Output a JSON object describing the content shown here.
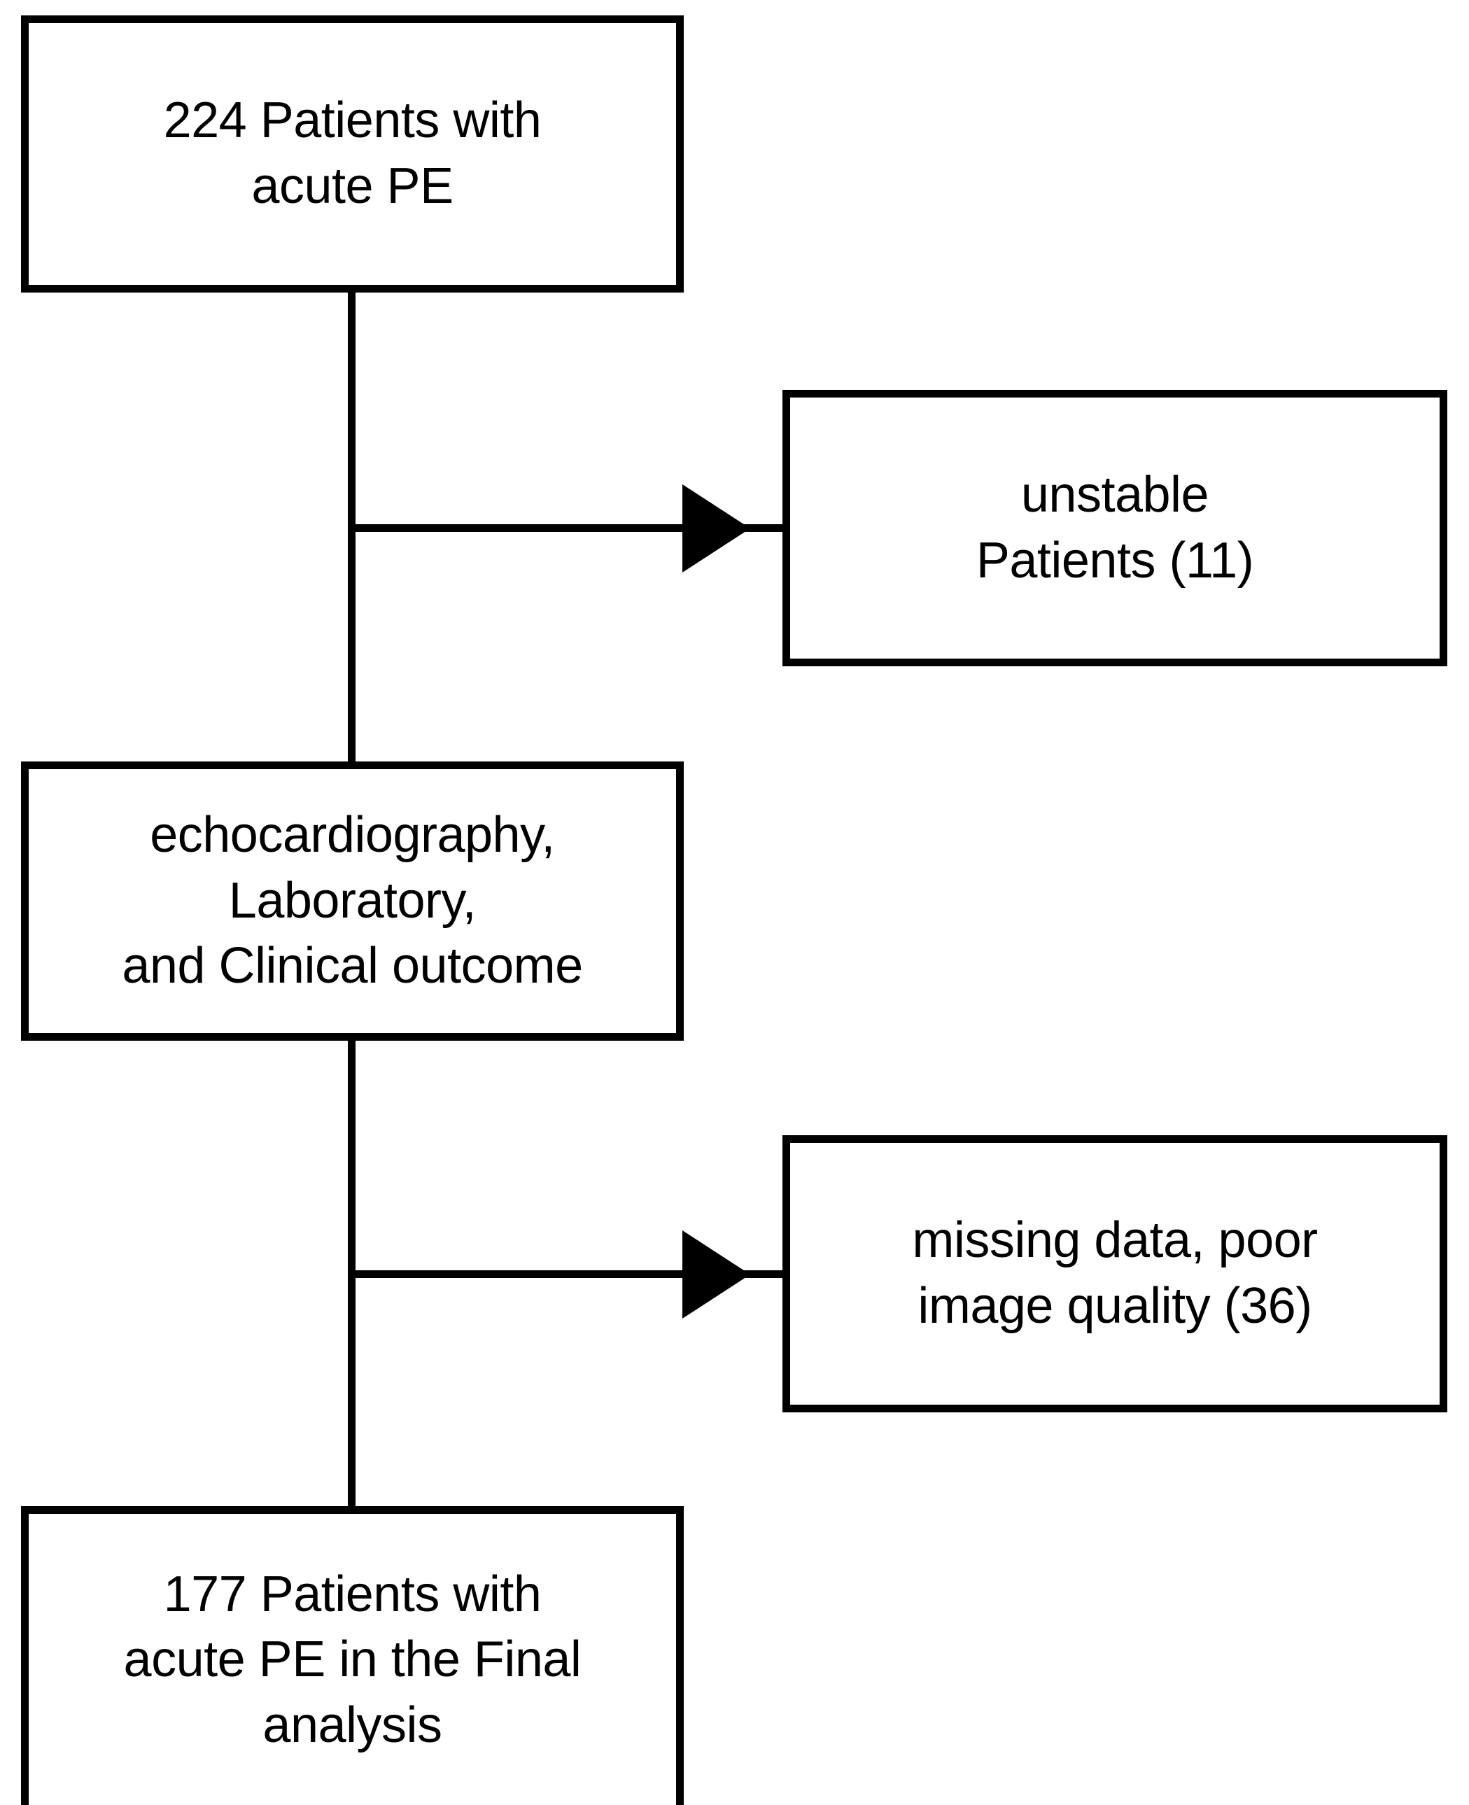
{
  "diagram": {
    "type": "flowchart",
    "title": "Patient selection flow diagram for acute PE study",
    "orientation": "top-to-bottom with right-side exclusion branches",
    "colors": {
      "stroke": "#000000",
      "fill": "#ffffff",
      "text": "#000000"
    },
    "nodes": [
      {
        "id": "cohort",
        "name": "initial-cohort",
        "text": "224 Patients with\nacute PE",
        "lines": [
          "224 Patients with",
          "acute PE"
        ],
        "count": 224
      },
      {
        "id": "unstable",
        "name": "excluded-unstable",
        "text": "unstable\nPatients (11)",
        "lines": [
          "unstable",
          "Patients (11)"
        ],
        "count": 11
      },
      {
        "id": "assessment",
        "name": "assessment-step",
        "text": "echocardiography,\nLaboratory,\nand Clinical outcome",
        "lines": [
          "echocardiography,",
          "Laboratory,",
          "and Clinical outcome"
        ],
        "count": null
      },
      {
        "id": "excluded",
        "name": "excluded-data-quality",
        "text": "missing data, poor\nimage quality (36)",
        "lines": [
          "missing data, poor",
          "image quality (36)"
        ],
        "count": 36
      },
      {
        "id": "final",
        "name": "final-analysis-cohort",
        "text": "177 Patients with\nacute PE in the Final\nanalysis",
        "lines": [
          "177 Patients with",
          "acute PE in the Final",
          "analysis"
        ],
        "count": 177
      }
    ],
    "edges": [
      {
        "id": "e1",
        "from": "cohort",
        "to": "unstable",
        "style": "arrow-right",
        "label": ""
      },
      {
        "id": "e2",
        "from": "cohort",
        "to": "assessment",
        "style": "line-down",
        "label": ""
      },
      {
        "id": "e3",
        "from": "assessment",
        "to": "excluded",
        "style": "arrow-right",
        "label": ""
      },
      {
        "id": "e4",
        "from": "assessment",
        "to": "final",
        "style": "line-down",
        "label": ""
      }
    ]
  }
}
